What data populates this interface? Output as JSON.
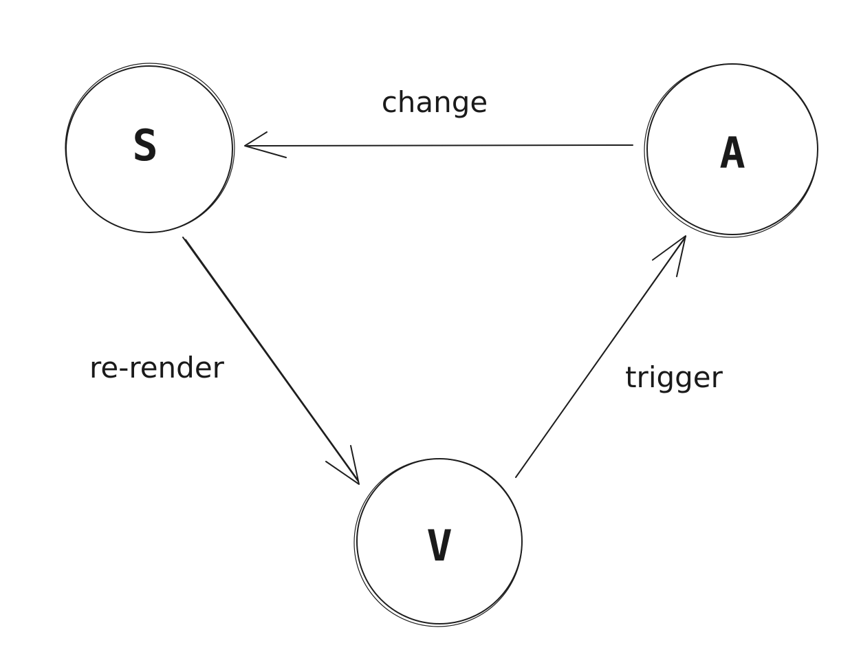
{
  "nodes": {
    "s": {
      "label": "S"
    },
    "a": {
      "label": "A"
    },
    "v": {
      "label": "V"
    }
  },
  "edges": {
    "change": {
      "label": "change",
      "from": "A",
      "to": "S"
    },
    "rerender": {
      "label": "re-render",
      "from": "S",
      "to": "V"
    },
    "trigger": {
      "label": "trigger",
      "from": "V",
      "to": "A"
    }
  },
  "colors": {
    "stroke": "#1e1e1e",
    "background": "#ffffff"
  }
}
